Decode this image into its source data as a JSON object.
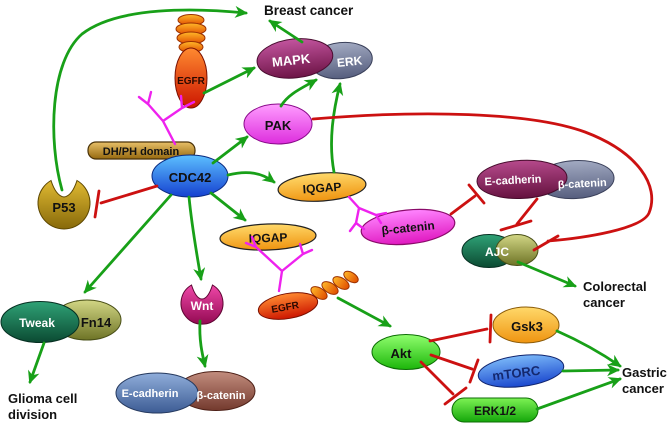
{
  "labels": {
    "breast_cancer": "Breast cancer",
    "colorectal_1": "Colorectal",
    "colorectal_2": "cancer",
    "gastric_1": "Gastric",
    "gastric_2": "cancer",
    "glioma_1": "Glioma cell",
    "glioma_2": "division"
  },
  "nodes": {
    "egfr_top": "EGFR",
    "mapk": "MAPK",
    "erk": "ERK",
    "pak": "PAK",
    "dhph_domain": "DH/PH domain",
    "cdc42": "CDC42",
    "p53": "P53",
    "iqgap_upper": "IQGAP",
    "iqgap_lower": "IQGAP",
    "beta_catenin_free": "β-catenin",
    "e_cadherin_top": "E-cadherin",
    "beta_catenin_top": "β-catenin",
    "ajc": "AJC",
    "tweak": "Tweak",
    "fn14": "Fn14",
    "wnt": "Wnt",
    "e_cadherin_bottom": "E-cadherin",
    "beta_catenin_bottom": "β-catenin",
    "egfr_mid": "EGFR",
    "akt": "Akt",
    "gsk3": "Gsk3",
    "mtorc": "mTORC",
    "erk12": "ERK1/2"
  },
  "colors": {
    "activation_arrow": "#18a018",
    "inhibition_line": "#cc1111",
    "binding_linker": "#ee22ee"
  },
  "edges": {
    "activation": [
      "P53 → Breast cancer",
      "EGFR → MAPK/ERK",
      "MAPK/ERK → Breast cancer",
      "PAK → MAPK/ERK",
      "IQGAP → MAPK/ERK",
      "CDC42 → PAK",
      "CDC42 → IQGAP (upper)",
      "CDC42 → IQGAP (lower)",
      "CDC42 → Tweak/Fn14",
      "CDC42 → Wnt",
      "Wnt → E-cadherin/β-catenin",
      "Tweak/Fn14 → Glioma cell division",
      "EGFR → Akt",
      "AJC → Colorectal cancer",
      "Gsk3 → Gastric cancer",
      "mTORC → Gastric cancer",
      "ERK1/2 → Gastric cancer"
    ],
    "inhibition": [
      "CDC42 ⊣ P53",
      "PAK ⊣ AJC",
      "β-catenin ⊣ E-cadherin/β-catenin",
      "E-cadherin/β-catenin ⊣ AJC",
      "Akt ⊣ Gsk3",
      "Akt ⊣ mTORC",
      "Akt ⊣ ERK1/2"
    ],
    "binding": [
      "EGFR — DH/PH domain",
      "IQGAP — β-catenin",
      "IQGAP — EGFR"
    ]
  }
}
